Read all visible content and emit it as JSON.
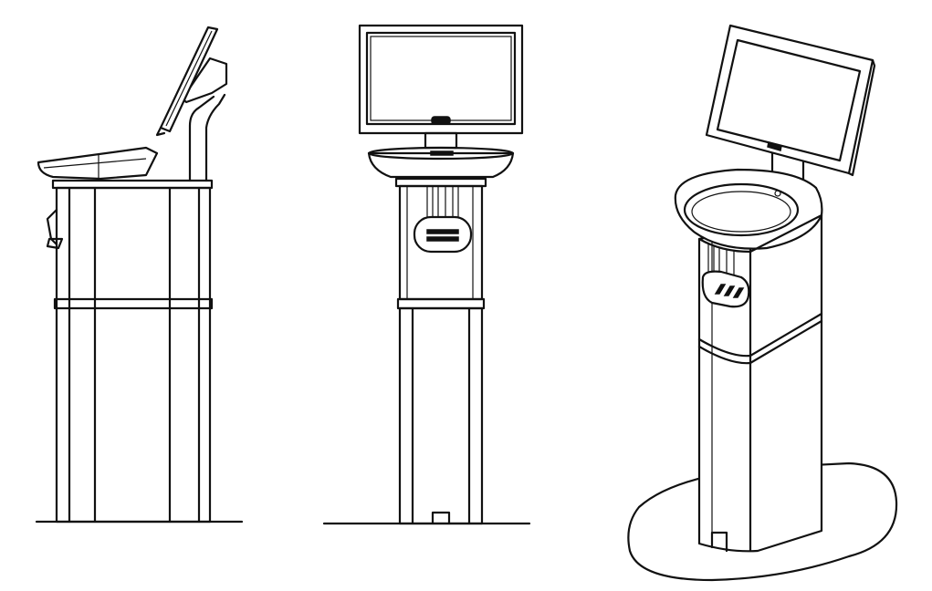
{
  "views": [
    {
      "id": "side",
      "component": "kiosk-side-elevation"
    },
    {
      "id": "front",
      "component": "kiosk-front-elevation"
    },
    {
      "id": "perspective",
      "component": "kiosk-perspective"
    }
  ],
  "colors": {
    "line": "#111111",
    "background": "#ffffff"
  }
}
